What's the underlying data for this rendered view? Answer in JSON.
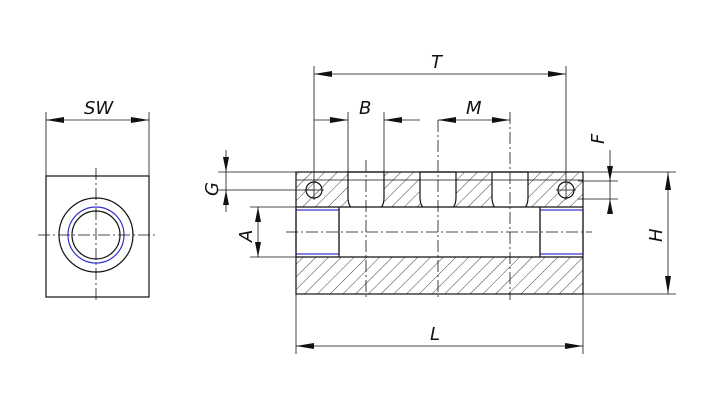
{
  "drawing": {
    "labels": {
      "sw": "SW",
      "t": "T",
      "b": "B",
      "m": "M",
      "f": "F",
      "g": "G",
      "a": "A",
      "h": "H",
      "l": "L"
    },
    "colors": {
      "line": "#111111",
      "thread": "#3333cc",
      "background": "#ffffff"
    }
  }
}
